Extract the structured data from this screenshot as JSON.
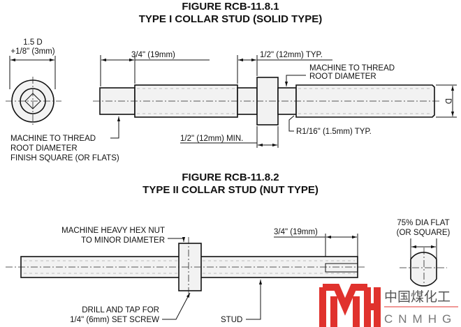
{
  "figure1": {
    "number": "FIGURE RCB-11.8.1",
    "title": "TYPE I COLLAR STUD (SOLID TYPE)",
    "dim_head_1": "1.5 D",
    "dim_head_2": "+1/8\" (3mm)",
    "dim_end": "3/4\" (19mm)",
    "dim_neck": "1/2\" (12mm) TYP.",
    "note_root_1": "MACHINE TO THREAD",
    "note_root_2": "ROOT DIAMETER",
    "dim_d": "D",
    "radius": "R1/16\" (1.5mm) TYP.",
    "dim_collar": "1/2\" (12mm) MIN.",
    "note_left_1": "MACHINE TO THREAD",
    "note_left_2": "ROOT DIAMETER",
    "note_left_3": "FINISH SQUARE (OR FLATS)"
  },
  "figure2": {
    "number": "FIGURE RCB-11.8.2",
    "title": "TYPE II COLLAR STUD (NUT TYPE)",
    "note_nut_1": "MACHINE HEAVY HEX NUT",
    "note_nut_2": "TO MINOR DIAMETER",
    "dim_end": "3/4\" (19mm)",
    "flat_1": "75% DIA FLAT",
    "flat_2": "(OR SQUARE)",
    "drill_1": "DRILL AND TAP FOR",
    "drill_2": "1/4\" (6mm) SET SCREW",
    "stud": "STUD"
  },
  "watermark": {
    "chinese": "中国煤化工",
    "latin": "CNMHG",
    "color": "#e0322d"
  }
}
